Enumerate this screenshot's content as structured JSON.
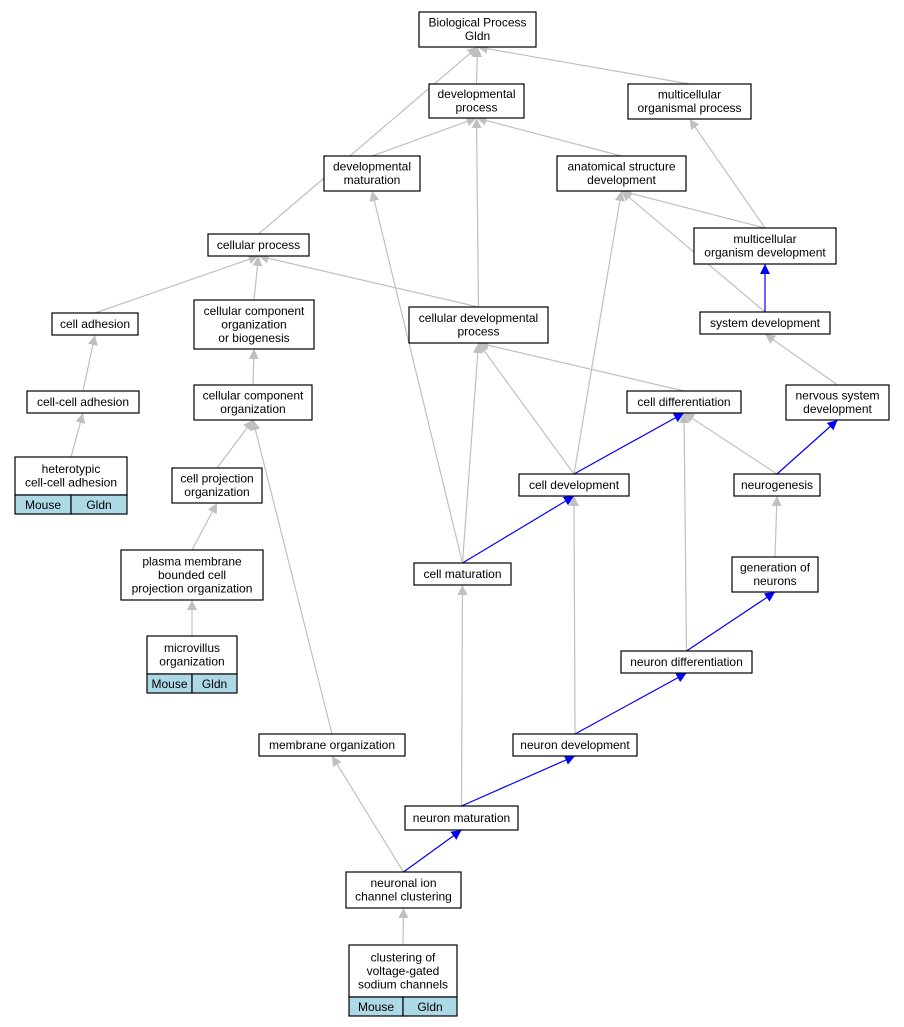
{
  "colors": {
    "node_fill": "#ffffff",
    "node_border": "#000000",
    "tag_fill": "#add8e6",
    "edge_is_a": "#c0c0c0",
    "edge_highlight": "#0000ff"
  },
  "nodes": {
    "bp": {
      "lines": [
        "Biological Process",
        "Gldn"
      ]
    },
    "devproc": {
      "lines": [
        "developmental",
        "process"
      ]
    },
    "multiproc": {
      "lines": [
        "multicellular",
        "organismal process"
      ]
    },
    "devmat": {
      "lines": [
        "developmental",
        "maturation"
      ]
    },
    "anat": {
      "lines": [
        "anatomical structure",
        "development"
      ]
    },
    "cellproc": {
      "lines": [
        "cellular process"
      ]
    },
    "multidev": {
      "lines": [
        "multicellular",
        "organism development"
      ]
    },
    "celladh": {
      "lines": [
        "cell adhesion"
      ]
    },
    "ccob": {
      "lines": [
        "cellular component",
        "organization",
        "or biogenesis"
      ]
    },
    "celldevproc": {
      "lines": [
        "cellular developmental",
        "process"
      ]
    },
    "sysdev": {
      "lines": [
        "system development"
      ]
    },
    "ccadh": {
      "lines": [
        "cell-cell adhesion"
      ]
    },
    "cco": {
      "lines": [
        "cellular component",
        "organization"
      ]
    },
    "celldiff": {
      "lines": [
        "cell differentiation"
      ]
    },
    "nsdev": {
      "lines": [
        "nervous system",
        "development"
      ]
    },
    "hetero": {
      "lines": [
        "heterotypic",
        "cell-cell adhesion"
      ],
      "tags": [
        "Mouse",
        "Gldn"
      ]
    },
    "cpo": {
      "lines": [
        "cell projection",
        "organization"
      ]
    },
    "celldev": {
      "lines": [
        "cell development"
      ]
    },
    "neurogen": {
      "lines": [
        "neurogenesis"
      ]
    },
    "pmbcpo": {
      "lines": [
        "plasma membrane",
        "bounded cell",
        "projection organization"
      ]
    },
    "cellmat": {
      "lines": [
        "cell maturation"
      ]
    },
    "genneur": {
      "lines": [
        "generation of",
        "neurons"
      ]
    },
    "microvillus": {
      "lines": [
        "microvillus",
        "organization"
      ],
      "tags": [
        "Mouse",
        "Gldn"
      ]
    },
    "neurdiff": {
      "lines": [
        "neuron differentiation"
      ]
    },
    "memorg": {
      "lines": [
        "membrane organization"
      ]
    },
    "neurdev": {
      "lines": [
        "neuron development"
      ]
    },
    "neurmat": {
      "lines": [
        "neuron maturation"
      ]
    },
    "nicc": {
      "lines": [
        "neuronal ion",
        "channel clustering"
      ]
    },
    "cvgsc": {
      "lines": [
        "clustering of",
        "voltage-gated",
        "sodium channels"
      ],
      "tags": [
        "Mouse",
        "Gldn"
      ]
    }
  },
  "edges": [
    {
      "from": "devproc",
      "to": "bp",
      "type": "is_a"
    },
    {
      "from": "multiproc",
      "to": "bp",
      "type": "is_a"
    },
    {
      "from": "cellproc",
      "to": "bp",
      "type": "is_a"
    },
    {
      "from": "devmat",
      "to": "devproc",
      "type": "is_a"
    },
    {
      "from": "anat",
      "to": "devproc",
      "type": "is_a"
    },
    {
      "from": "celldevproc",
      "to": "devproc",
      "type": "is_a"
    },
    {
      "from": "multidev",
      "to": "multiproc",
      "type": "is_a"
    },
    {
      "from": "multidev",
      "to": "anat",
      "type": "is_a"
    },
    {
      "from": "sysdev",
      "to": "anat",
      "type": "is_a"
    },
    {
      "from": "celldev",
      "to": "anat",
      "type": "is_a"
    },
    {
      "from": "sysdev",
      "to": "multidev",
      "type": "highlight"
    },
    {
      "from": "celladh",
      "to": "cellproc",
      "type": "is_a"
    },
    {
      "from": "ccob",
      "to": "cellproc",
      "type": "is_a"
    },
    {
      "from": "celldevproc",
      "to": "cellproc",
      "type": "is_a"
    },
    {
      "from": "ccadh",
      "to": "celladh",
      "type": "is_a"
    },
    {
      "from": "hetero",
      "to": "ccadh",
      "type": "is_a"
    },
    {
      "from": "cco",
      "to": "ccob",
      "type": "is_a"
    },
    {
      "from": "cpo",
      "to": "cco",
      "type": "is_a"
    },
    {
      "from": "memorg",
      "to": "cco",
      "type": "is_a"
    },
    {
      "from": "pmbcpo",
      "to": "cpo",
      "type": "is_a"
    },
    {
      "from": "microvillus",
      "to": "pmbcpo",
      "type": "is_a"
    },
    {
      "from": "celldiff",
      "to": "celldevproc",
      "type": "is_a"
    },
    {
      "from": "celldev",
      "to": "celldevproc",
      "type": "is_a"
    },
    {
      "from": "cellmat",
      "to": "celldevproc",
      "type": "is_a"
    },
    {
      "from": "nsdev",
      "to": "sysdev",
      "type": "is_a"
    },
    {
      "from": "celldev",
      "to": "celldiff",
      "type": "highlight"
    },
    {
      "from": "neurogen",
      "to": "celldiff",
      "type": "is_a"
    },
    {
      "from": "neurdiff",
      "to": "celldiff",
      "type": "is_a"
    },
    {
      "from": "neurogen",
      "to": "nsdev",
      "type": "highlight"
    },
    {
      "from": "cellmat",
      "to": "celldev",
      "type": "highlight"
    },
    {
      "from": "neurdev",
      "to": "celldev",
      "type": "is_a"
    },
    {
      "from": "cellmat",
      "to": "devmat",
      "type": "is_a"
    },
    {
      "from": "genneur",
      "to": "neurogen",
      "type": "is_a"
    },
    {
      "from": "neurmat",
      "to": "cellmat",
      "type": "is_a"
    },
    {
      "from": "neurdiff",
      "to": "genneur",
      "type": "highlight"
    },
    {
      "from": "neurdev",
      "to": "neurdiff",
      "type": "highlight"
    },
    {
      "from": "neurmat",
      "to": "neurdev",
      "type": "highlight"
    },
    {
      "from": "nicc",
      "to": "memorg",
      "type": "is_a"
    },
    {
      "from": "nicc",
      "to": "neurmat",
      "type": "highlight"
    },
    {
      "from": "cvgsc",
      "to": "nicc",
      "type": "is_a"
    }
  ]
}
